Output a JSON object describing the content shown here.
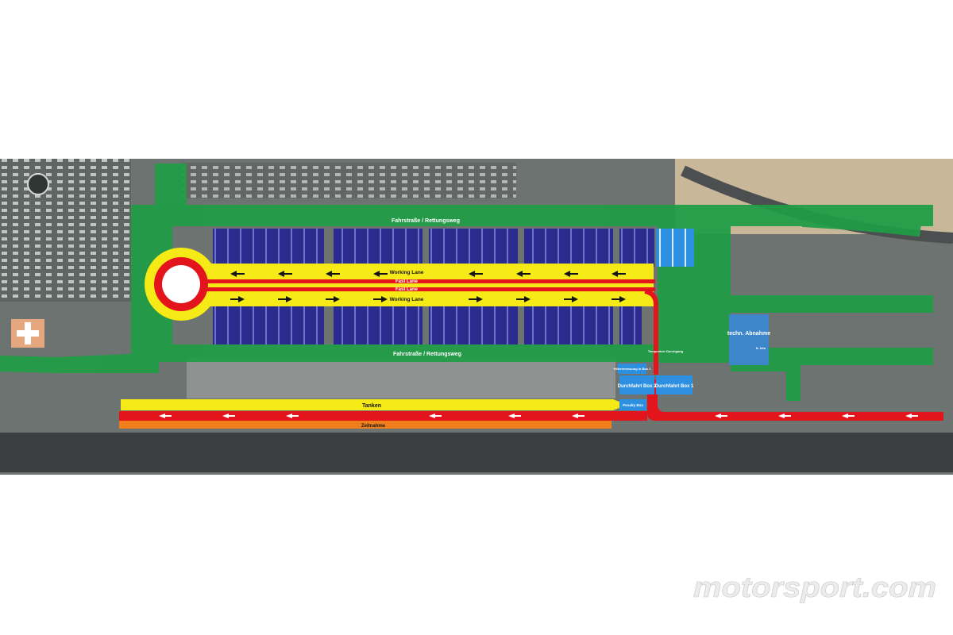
{
  "map": {
    "roads": {
      "top_label": "Fahrstraße / Rettungsweg",
      "bottom_label": "Fahrstraße / Rettungsweg"
    },
    "lanes": {
      "working_lane_top": "Working Lane",
      "fast_lane_1": "Fast Lane",
      "fast_lane_2": "Fast Lane",
      "working_lane_bottom": "Working Lane",
      "refuel": "Tanken",
      "timing": "Zeitnahme"
    },
    "areas": {
      "tech_title": "techn. Abnahme",
      "tech_sub": "N. Info",
      "pass_box2": "Durchfahrt Box 2",
      "pass_box1": "Durchfahrt Box 1",
      "weigh": "Höhenmessung in Box 1",
      "temp_passage": "Temporärer Durchgang",
      "penalty": "Penalty Box"
    },
    "colors": {
      "road": "#1f9e46",
      "working_lane": "#f6ea16",
      "fast_lane": "#e3141c",
      "timing": "#f07e1a",
      "garages": "#2b2a8e",
      "special_boxes": "#2c8fe0",
      "tech_area": "#3c86c9"
    }
  },
  "watermark": {
    "text": "motorsport.com"
  }
}
